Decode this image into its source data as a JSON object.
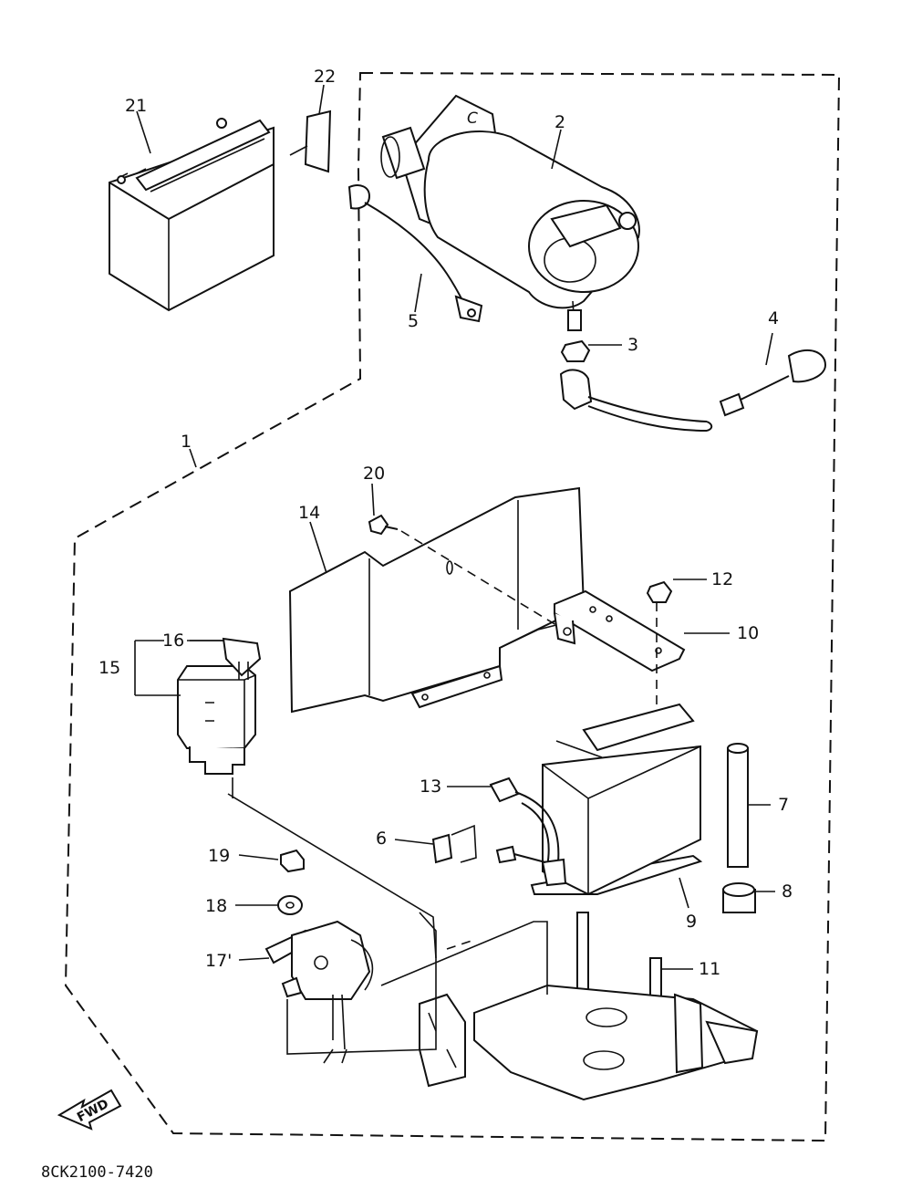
{
  "diagram_code": "8CK2100-7420",
  "fwd_label": "FWD",
  "callouts": {
    "c1": "1",
    "c2": "2",
    "c3": "3",
    "c4": "4",
    "c5": "5",
    "c6": "6",
    "c7": "7",
    "c8": "8",
    "c9": "9",
    "c10": "10",
    "c11": "11",
    "c12": "12",
    "c13": "13",
    "c14": "14",
    "c15": "15",
    "c16": "16",
    "c17": "17'",
    "c18": "18",
    "c19": "19",
    "c20": "20",
    "c21": "21",
    "c22": "22"
  },
  "starter_mark": "C"
}
